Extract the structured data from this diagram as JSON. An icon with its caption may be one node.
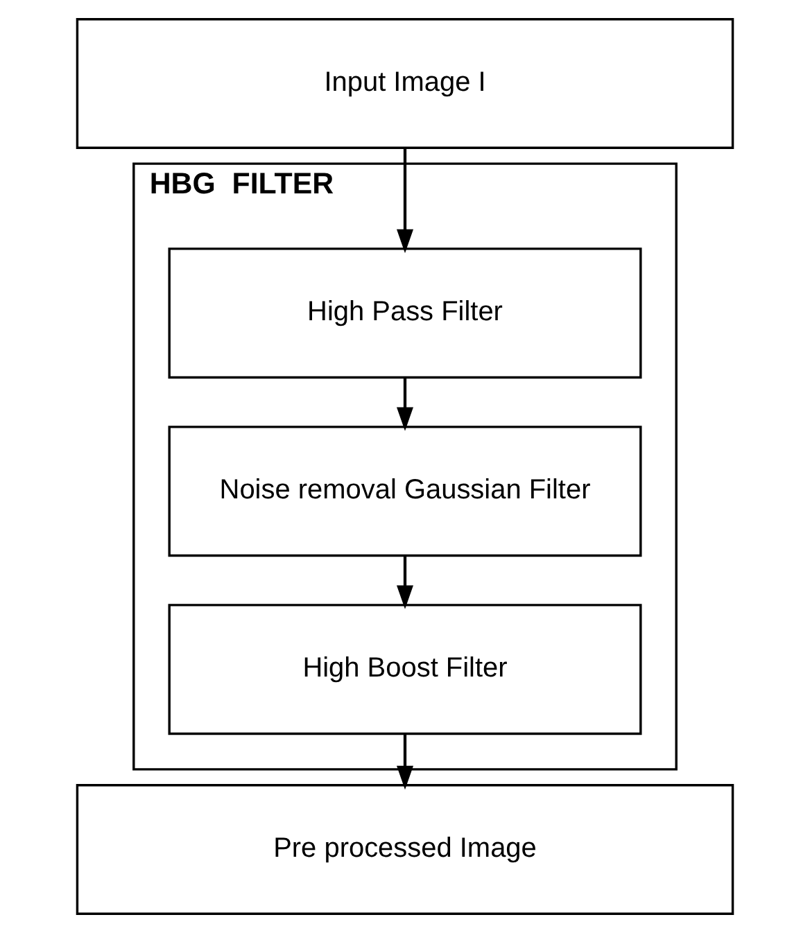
{
  "diagram": {
    "nodes": [
      {
        "text": [
          "Input Image I"
        ]
      },
      {
        "text": [
          "HBG  FILTER"
        ]
      },
      {
        "text": [
          "High Pass Filter"
        ],
        "in": 1
      },
      {
        "text": [
          "Noise removal Gaussian Filter"
        ],
        "in": 1
      },
      {
        "text": [
          "High Boost Filter"
        ],
        "in": 1
      },
      {
        "text": [
          "Pre processed Image"
        ]
      }
    ],
    "edges": [
      {
        "from": 0,
        "to": 2,
        "arrow": "to"
      },
      {
        "from": 2,
        "to": 3,
        "arrow": "to"
      },
      {
        "from": 3,
        "to": 4,
        "arrow": "to"
      },
      {
        "from": 4,
        "to": 5,
        "arrow": "to"
      }
    ]
  }
}
